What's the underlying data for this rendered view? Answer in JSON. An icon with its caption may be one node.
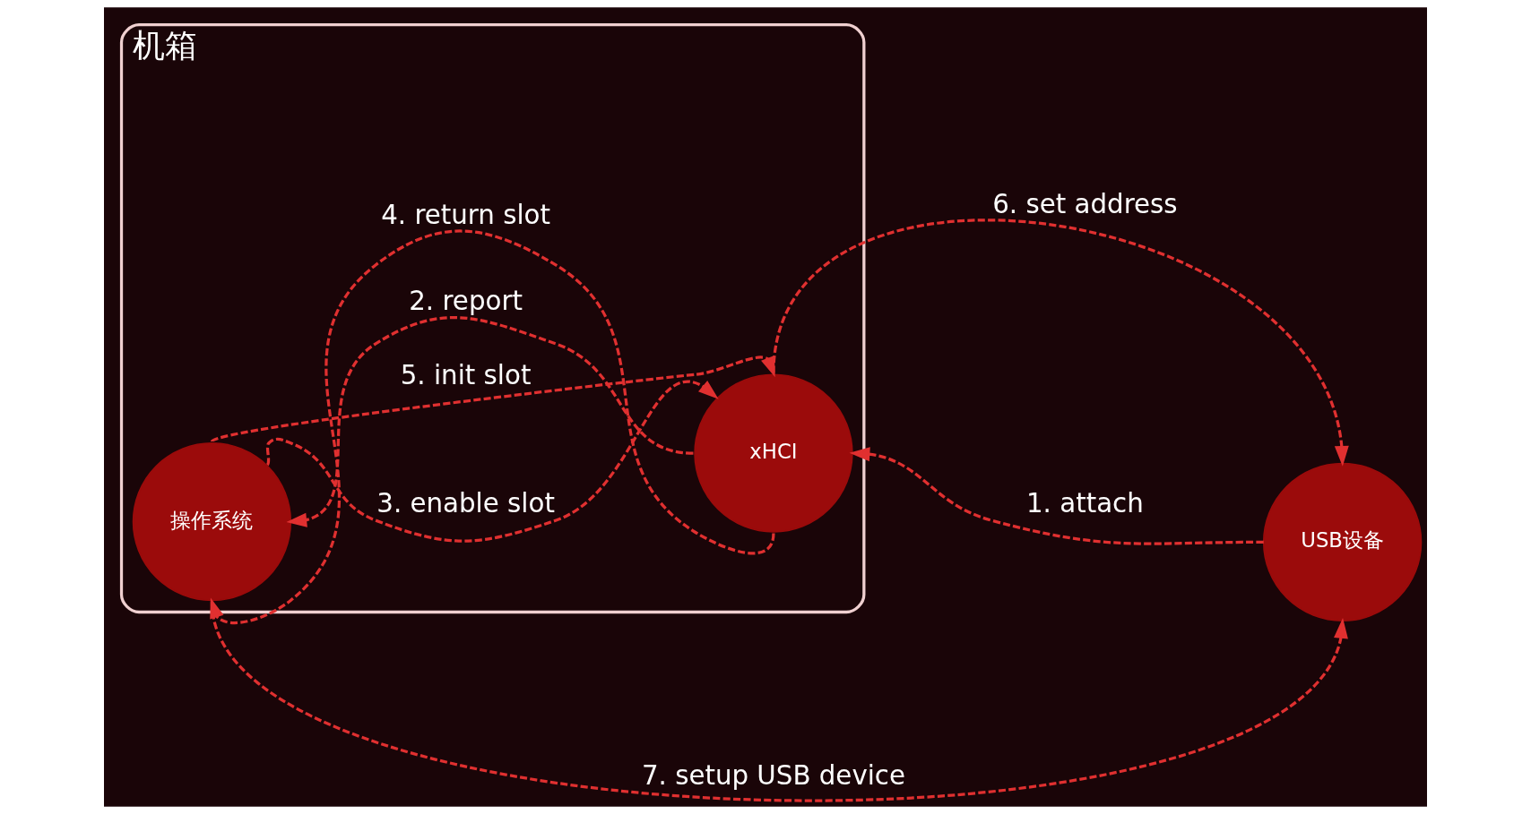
{
  "diagram": {
    "nodes": [
      {
        "text": [
          "机箱"
        ]
      },
      {
        "text": [
          "操作系统"
        ],
        "in": 0
      },
      {
        "text": [
          "xHCI"
        ],
        "in": 0
      },
      {
        "text": [
          "USB设备"
        ]
      }
    ],
    "edges": [
      {
        "from": 3,
        "to": 2,
        "arrow": "to",
        "label": "1. attach",
        "style": "dashed"
      },
      {
        "from": 2,
        "to": 1,
        "arrow": "to",
        "label": "2. report",
        "style": "dashed"
      },
      {
        "from": 1,
        "to": 2,
        "arrow": "to",
        "label": "3. enable slot",
        "style": "dashed"
      },
      {
        "from": 2,
        "to": 1,
        "arrow": "to",
        "label": "4. return slot",
        "style": "dashed"
      },
      {
        "from": 1,
        "to": 2,
        "arrow": "to",
        "label": "5. init slot",
        "style": "dashed"
      },
      {
        "from": 2,
        "to": 3,
        "arrow": "to",
        "label": "6. set address",
        "style": "dashed"
      },
      {
        "from": 1,
        "to": 3,
        "arrow": "to",
        "label": "7. setup USB device",
        "style": "dashed"
      }
    ]
  }
}
